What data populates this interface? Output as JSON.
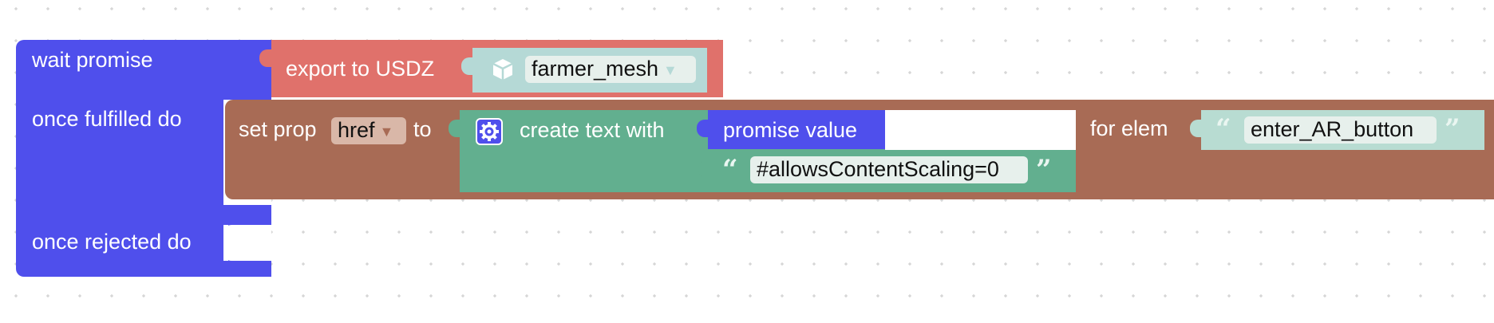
{
  "colors": {
    "procedure_block": "#4f4fec",
    "export_block": "#e0716b",
    "asset_block": "#b5d9d6",
    "setprop_block": "#a86b55",
    "text_block": "#62af8f",
    "promise_value_block": "#4f4fec",
    "string_block": "#b8dcd2",
    "field_bg": "#e7f0ec"
  },
  "wait_block": {
    "label_wait": "wait promise",
    "label_fulfilled": "once fulfilled do",
    "label_rejected": "once rejected do"
  },
  "export_block": {
    "label": "export to USDZ",
    "asset": {
      "icon": "cube-icon",
      "value": "farmer_mesh"
    }
  },
  "setprop_block": {
    "label_set": "set prop",
    "prop_value": "href",
    "label_to": "to",
    "label_for_elem": "for elem",
    "elem_value": "enter_AR_button"
  },
  "text_block": {
    "icon": "gear-icon",
    "label": "create text with",
    "promise_value_label": "promise value",
    "string_value": "#allowsContentScaling=0"
  }
}
